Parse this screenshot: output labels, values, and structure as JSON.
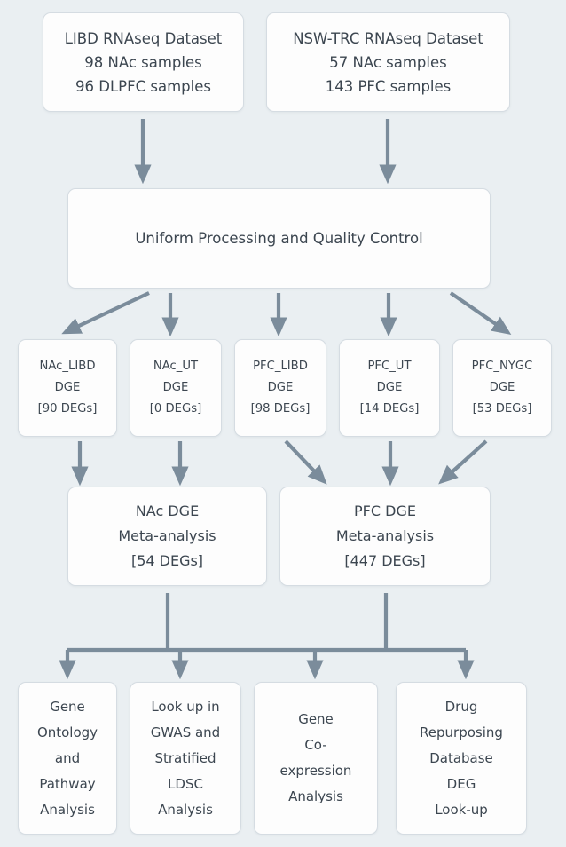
{
  "diagram": {
    "title": "RNAseq differential expression analysis workflow",
    "background_color": "#eaeff2",
    "node_fill": "#fdfdfd",
    "node_border": "#d5dce2",
    "edge_color": "#7b8c9b",
    "text_color": "#3c4650"
  },
  "nodes": {
    "libd_dataset": {
      "name": "LIBD RNAseq Dataset",
      "lines": [
        "LIBD RNAseq Dataset",
        "98 NAc samples",
        "96 DLPFC samples"
      ]
    },
    "nswtrc_dataset": {
      "name": "NSW-TRC RNAseq Dataset",
      "lines": [
        "NSW-TRC RNAseq Dataset",
        "57 NAc samples",
        "143 PFC samples"
      ]
    },
    "qc": {
      "name": "Uniform Processing and Quality Control",
      "lines": [
        "Uniform Processing and Quality Control"
      ]
    },
    "nac_libd_dge": {
      "name": "NAc_LIBD DGE",
      "lines": [
        "NAc_LIBD",
        "DGE",
        "[90 DEGs]"
      ],
      "degs": 90
    },
    "nac_ut_dge": {
      "name": "NAc_UT DGE",
      "lines": [
        "NAc_UT",
        "DGE",
        "[0 DEGs]"
      ],
      "degs": 0
    },
    "pfc_libd_dge": {
      "name": "PFC_LIBD DGE",
      "lines": [
        "PFC_LIBD",
        "DGE",
        "[98 DEGs]"
      ],
      "degs": 98
    },
    "pfc_ut_dge": {
      "name": "PFC_UT DGE",
      "lines": [
        "PFC_UT",
        "DGE",
        "[14 DEGs]"
      ],
      "degs": 14
    },
    "pfc_nygc_dge": {
      "name": "PFC_NYGC DGE",
      "lines": [
        "PFC_NYGC",
        "DGE",
        "[53 DEGs]"
      ],
      "degs": 53
    },
    "nac_meta": {
      "name": "NAc DGE Meta-analysis",
      "lines": [
        "NAc DGE",
        "Meta-analysis",
        "[54 DEGs]"
      ],
      "degs": 54
    },
    "pfc_meta": {
      "name": "PFC DGE Meta-analysis",
      "lines": [
        "PFC DGE",
        "Meta-analysis",
        "[447 DEGs]"
      ],
      "degs": 447
    },
    "gene_ontology": {
      "name": "Gene Ontology and Pathway Analysis",
      "lines": [
        "Gene",
        "Ontology",
        "and",
        "Pathway",
        "Analysis"
      ]
    },
    "gwas_ldsc": {
      "name": "Look up in GWAS and Stratified LDSC Analysis",
      "lines": [
        "Look up in",
        "GWAS and",
        "Stratified",
        "LDSC",
        "Analysis"
      ]
    },
    "coexpression": {
      "name": "Gene Co-expression Analysis",
      "lines": [
        "Gene",
        "Co-",
        "expression",
        "Analysis"
      ]
    },
    "drug_repurposing": {
      "name": "Drug Repurposing Database DEG Look-up",
      "lines": [
        "Drug",
        "Repurposing",
        "Database",
        "DEG",
        "Look-up"
      ]
    }
  },
  "edges": [
    {
      "from": "libd_dataset",
      "to": "qc"
    },
    {
      "from": "nswtrc_dataset",
      "to": "qc"
    },
    {
      "from": "qc",
      "to": "nac_libd_dge"
    },
    {
      "from": "qc",
      "to": "nac_ut_dge"
    },
    {
      "from": "qc",
      "to": "pfc_libd_dge"
    },
    {
      "from": "qc",
      "to": "pfc_ut_dge"
    },
    {
      "from": "qc",
      "to": "pfc_nygc_dge"
    },
    {
      "from": "nac_libd_dge",
      "to": "nac_meta"
    },
    {
      "from": "nac_ut_dge",
      "to": "nac_meta"
    },
    {
      "from": "pfc_libd_dge",
      "to": "pfc_meta"
    },
    {
      "from": "pfc_ut_dge",
      "to": "pfc_meta"
    },
    {
      "from": "pfc_nygc_dge",
      "to": "pfc_meta"
    },
    {
      "from": "nac_meta",
      "to": "downstream_bus"
    },
    {
      "from": "pfc_meta",
      "to": "downstream_bus"
    },
    {
      "from": "downstream_bus",
      "to": "gene_ontology"
    },
    {
      "from": "downstream_bus",
      "to": "gwas_ldsc"
    },
    {
      "from": "downstream_bus",
      "to": "coexpression"
    },
    {
      "from": "downstream_bus",
      "to": "drug_repurposing"
    }
  ]
}
